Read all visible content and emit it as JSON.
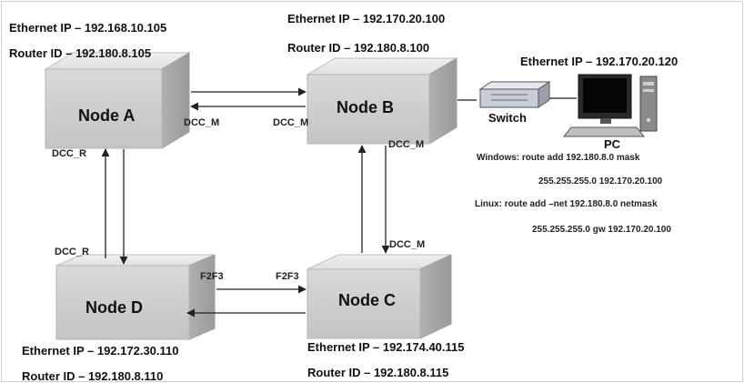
{
  "nodes": {
    "a": {
      "name": "Node A",
      "ethernet_ip": "Ethernet IP – 192.168.10.105",
      "router_id": "Router ID – 192.180.8.105"
    },
    "b": {
      "name": "Node B",
      "ethernet_ip": "Ethernet IP – 192.170.20.100",
      "router_id": "Router ID – 192.180.8.100"
    },
    "c": {
      "name": "Node C",
      "ethernet_ip": "Ethernet IP – 192.174.40.115",
      "router_id": "Router ID – 192.180.8.115"
    },
    "d": {
      "name": "Node D",
      "ethernet_ip": "Ethernet IP – 192.172.30.110",
      "router_id": "Router ID – 192.180.8.110"
    }
  },
  "links": {
    "a_to_b_label": "DCC_M",
    "b_to_a_label": "DCC_M",
    "a_to_d_label": "DCC_R",
    "d_to_a_label": "DCC_R",
    "b_to_c_label": "DCC_M",
    "c_to_b_label": "DCC_M",
    "d_to_c_label": "F2F3",
    "c_to_d_label": "F2F3"
  },
  "devices": {
    "switch_label": "Switch",
    "pc_label": "PC",
    "pc_ethernet_ip": "Ethernet IP – 192.170.20.120"
  },
  "commands": {
    "windows_line1": "Windows: route add 192.180.8.0 mask",
    "windows_line2": "255.255.255.0 192.170.20.100",
    "linux_line1": "Linux:  route add –net 192.180.8.0  netmask",
    "linux_line2": "255.255.255.0 gw 192.170.20.100"
  }
}
